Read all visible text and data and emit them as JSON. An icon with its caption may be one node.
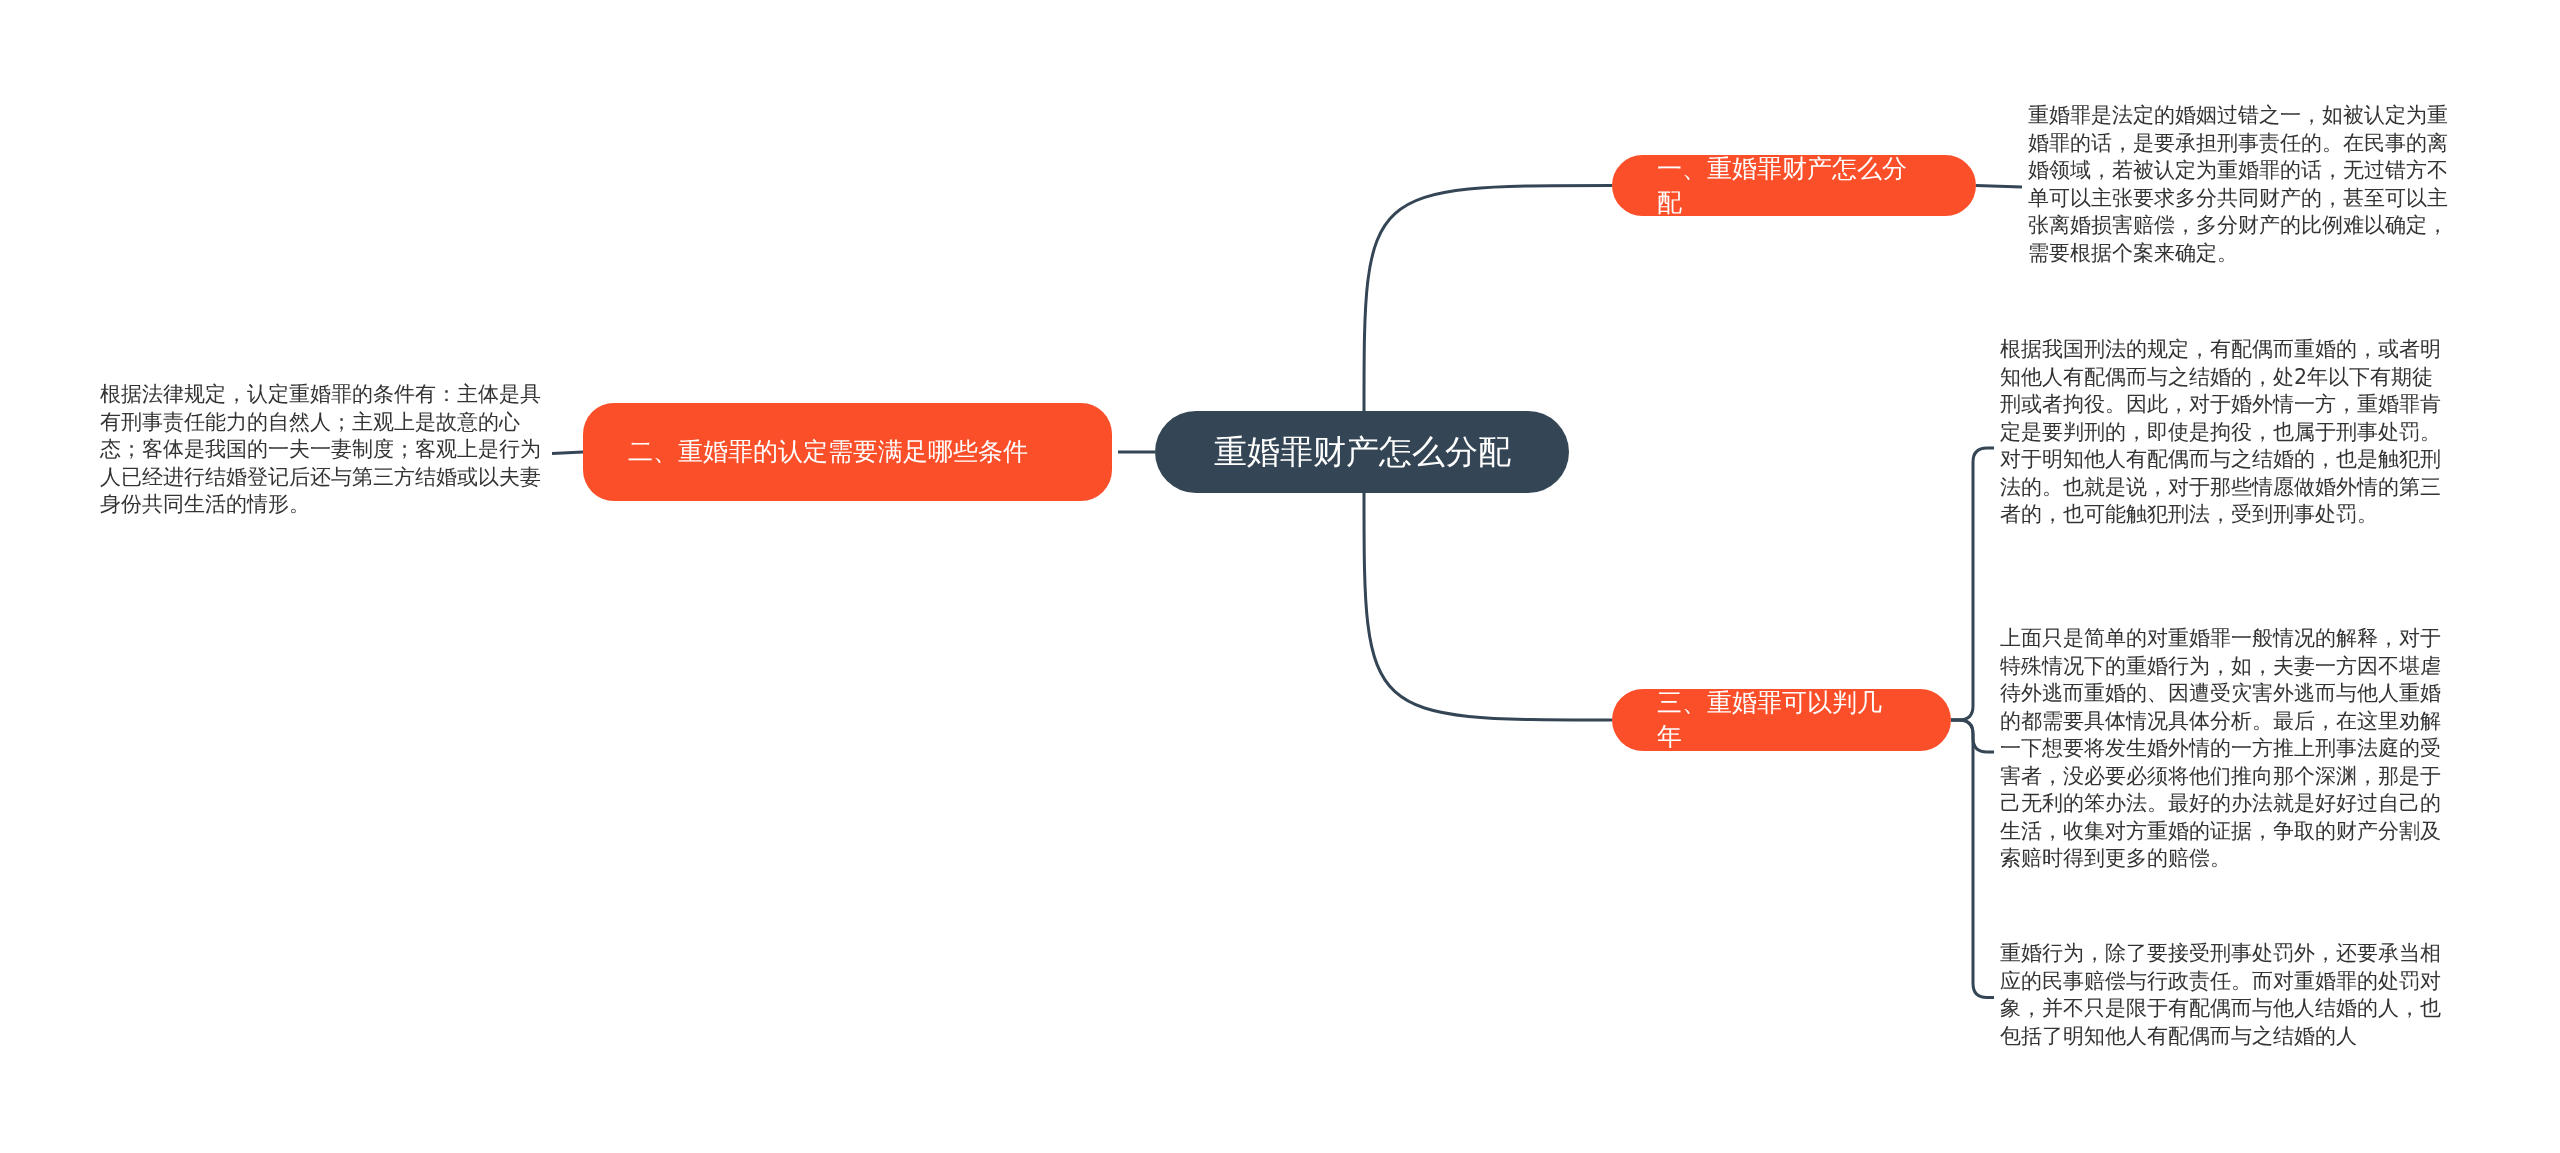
{
  "diagram": {
    "nodes": [
      {
        "text": [
          "重婚罪财产怎么分配"
        ]
      },
      {
        "text": [
          "一、重婚罪财产怎么分配"
        ]
      },
      {
        "text": [
          "重婚罪是法定的婚姻过错之一，如被认定为重婚罪的话，是要承担刑事责任的。在民事的离婚领域，若被认定为重婚罪的话，无过错方不单可以主张要求多分共同财产的，甚至可以主张离婚损害赔偿，多分财产的比例难以确定，需要根据个案来确定。"
        ]
      },
      {
        "text": [
          "二、重婚罪的认定需要满足哪些条件"
        ]
      },
      {
        "text": [
          "根据法律规定，认定重婚罪的条件有：主体是具有刑事责任能力的自然人；主观上是故意的心态；客体是我国的一夫一妻制度；客观上是行为人已经进行结婚登记后还与第三方结婚或以夫妻身份共同生活的情形。"
        ]
      },
      {
        "text": [
          "三、重婚罪可以判几年"
        ]
      },
      {
        "text": [
          "根据我国刑法的规定，有配偶而重婚的，或者明知他人有配偶而与之结婚的，处2年以下有期徒刑或者拘役。因此，对于婚外情一方，重婚罪肯定是要判刑的，即使是拘役，也属于刑事处罚。对于明知他人有配偶而与之结婚的，也是触犯刑法的。也就是说，对于那些情愿做婚外情的第三者的，也可能触犯刑法，受到刑事处罚。"
        ]
      },
      {
        "text": [
          "上面只是简单的对重婚罪一般情况的解释，对于特殊情况下的重婚行为，如，夫妻一方因不堪虐待外逃而重婚的、因遭受灾害外逃而与他人重婚的都需要具体情况具体分析。最后，在这里劝解一下想要将发生婚外情的一方推上刑事法庭的受害者，没必要必须将他们推向那个深渊，那是于己无利的笨办法。最好的办法就是好好过自己的生活，收集对方重婚的证据，争取的财产分割及索赔时得到更多的赔偿。"
        ]
      },
      {
        "text": [
          "重婚行为，除了要接受刑事处罚外，还要承当相应的民事赔偿与行政责任。而对重婚罪的处罚对象，并不只是限于有配偶而与他人结婚的人，也包括了明知他人有配偶而与之结婚的人"
        ]
      }
    ],
    "edges": [
      {
        "from": 0,
        "to": 1,
        "arrow": "none"
      },
      {
        "from": 1,
        "to": 2,
        "arrow": "none"
      },
      {
        "from": 0,
        "to": 3,
        "arrow": "none"
      },
      {
        "from": 3,
        "to": 4,
        "arrow": "none"
      },
      {
        "from": 0,
        "to": 5,
        "arrow": "none"
      },
      {
        "from": 5,
        "to": 6,
        "arrow": "none"
      },
      {
        "from": 5,
        "to": 7,
        "arrow": "none"
      },
      {
        "from": 5,
        "to": 8,
        "arrow": "none"
      }
    ]
  }
}
